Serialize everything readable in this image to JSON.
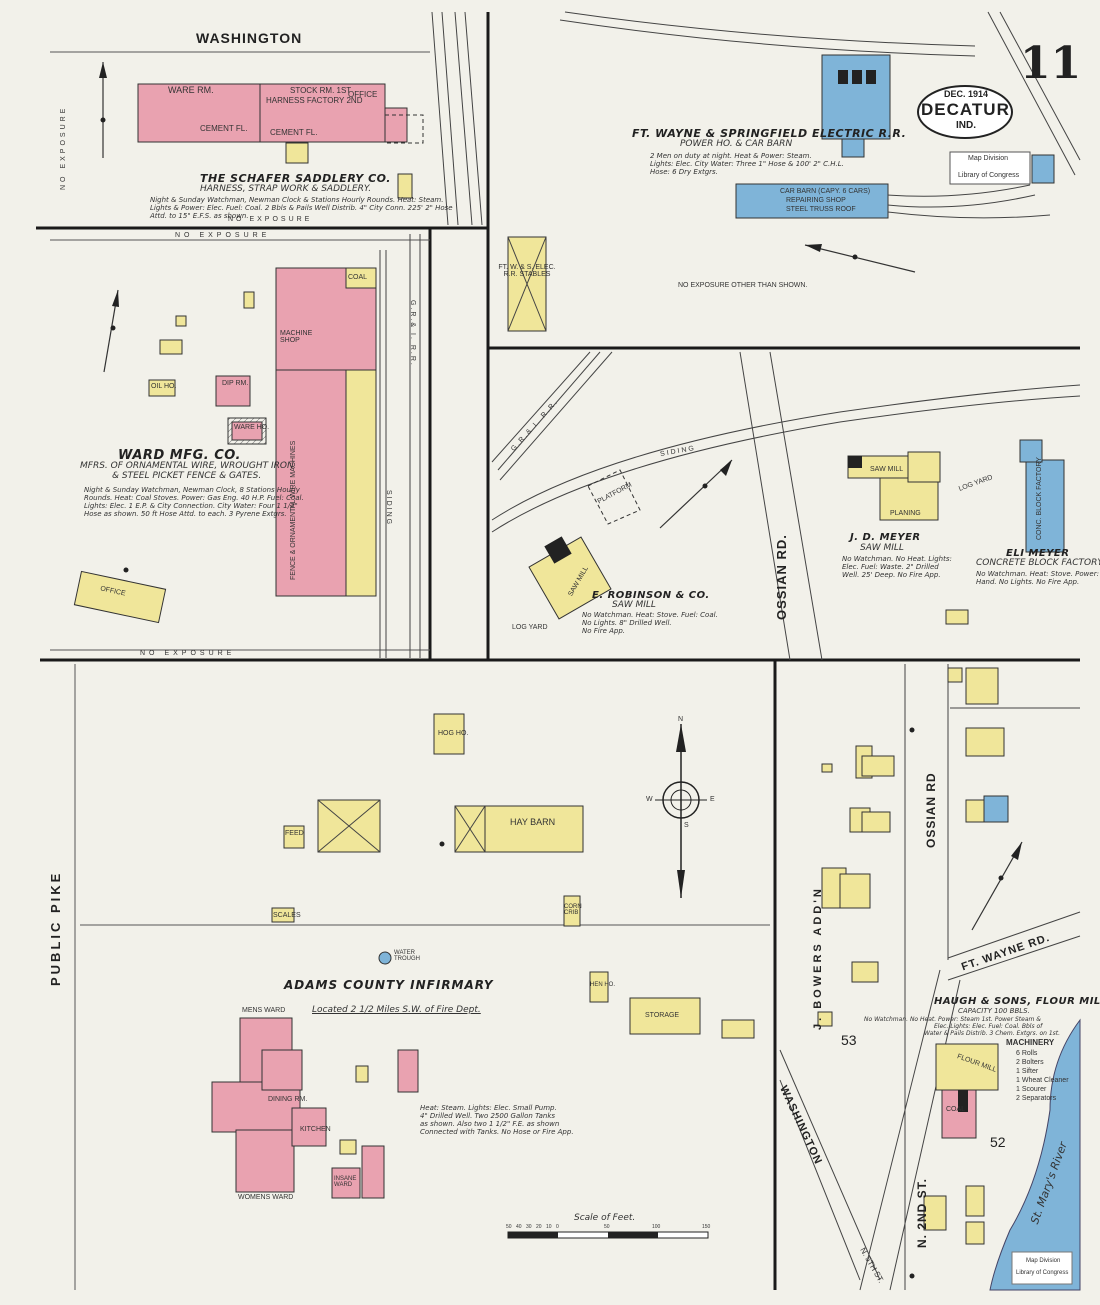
{
  "sheet": {
    "number": "11",
    "city": "DECATUR",
    "state": "IND.",
    "date": "DEC. 1914",
    "stamp_lines": [
      "Map Division",
      "Library of Congress"
    ],
    "bottom_stamp": [
      "Map Division",
      "Library of Congress"
    ]
  },
  "streets": {
    "washington_top": "WASHINGTON",
    "public_pike": "PUBLIC PIKE",
    "ossian_rd": "OSSIAN RD.",
    "ossian_rd_lower": "OSSIAN RD",
    "n_2nd_st": "N. 2ND ST.",
    "washington_lower": "WASHINGTON",
    "ft_wayne_rd": "FT. WAYNE RD.",
    "bowers_addn": "J. BOWERS ADD'N",
    "n_5th_st": "N. 5TH ST.",
    "st_marys_river": "St. Mary's River"
  },
  "panels": {
    "schafer": {
      "firm": "THE SCHAFER SADDLERY CO.",
      "sub": "HARNESS, STRAP WORK & SADDLERY.",
      "notes": [
        "Night & Sunday Watchman, Newman Clock & Stations Hourly Rounds. Heat: Steam.",
        "Lights & Power: Elec. Fuel: Coal. 2 Bbls & Pails Well Distrib. 4\" City Conn. 225' 2\" Hose",
        "Attd. to 15\" E.F.S. as shown."
      ],
      "labels": {
        "ware_rm": "WARE RM.",
        "stock_rm": "STOCK RM. 1ST",
        "factory": "HARNESS FACTORY 2ND",
        "office": "OFFICE",
        "cement_fl": "CEMENT FL.",
        "cement_fl2": "CEMENT FL.",
        "no_exposure": "NO EXPOSURE"
      }
    },
    "ftwayne": {
      "firm": "FT. WAYNE & SPRINGFIELD ELECTRIC R.R.",
      "sub": "POWER HO. & CAR BARN",
      "notes": [
        "2 Men on duty at night. Heat & Power: Steam.",
        "Lights: Elec. City Water: Three 1\" Hose & 100' 2\" C.H.L.",
        "Hose: 6 Dry Extgrs."
      ],
      "labels": {
        "car_barn": "CAR BARN (CAPY. 6 CARS)",
        "repair": "REPAIRING SHOP",
        "fireproof": "STEEL TRUSS ROOF",
        "no_exposure": "NO EXPOSURE OTHER THAN SHOWN.",
        "stables": "FT. W. & S. ELEC. R.R. STABLES"
      }
    },
    "ward": {
      "firm": "WARD MFG. CO.",
      "sub": [
        "MFRS. OF ORNAMENTAL WIRE, WROUGHT IRON",
        "& STEEL PICKET FENCE & GATES."
      ],
      "notes": [
        "Night & Sunday Watchman, Newman Clock, 8 Stations Hourly",
        "Rounds. Heat: Coal Stoves. Power: Gas Eng. 40 H.P. Fuel: Coal.",
        "Lights: Elec. 1 E.P. & City Connection. City Water: Four 1 1/2\"",
        "Hose as shown. 50 ft Hose Attd. to each. 3 Pyrene Extgrs."
      ],
      "labels": {
        "machine_shop": "MACHINE SHOP",
        "coal": "COAL",
        "fence": "FENCE & ORNAMENTAL WIRE MACHINES",
        "ware_ho": "WARE HO.",
        "office": "OFFICE",
        "oil_ho": "OIL HO.",
        "dip_rm": "DIP RM.",
        "no_exposure_top": "NO EXPOSURE",
        "no_exposure_bottom": "NO EXPOSURE",
        "siding": "SIDING",
        "grr": "G.R.& I. R.R."
      }
    },
    "sawmills": {
      "robinson": {
        "firm": "E. ROBINSON & CO.",
        "sub": "SAW MILL",
        "notes": [
          "No Watchman. Heat: Stove. Fuel: Coal.",
          "No Lights. 8\" Drilled Well.",
          "No Fire App."
        ],
        "labels": {
          "saw_mill": "SAW MILL",
          "log_yard": "LOG YARD",
          "platform": "PLATFORM"
        }
      },
      "meyer_jd": {
        "firm": "J. D. MEYER",
        "sub": "SAW MILL",
        "notes": [
          "No Watchman. No Heat. Lights:",
          "Elec. Fuel: Waste. 2\" Drilled",
          "Well. 25' Deep. No Fire App."
        ],
        "labels": {
          "saw_mill": "SAW MILL",
          "planing": "PLANING",
          "log_yard": "LOG YARD"
        }
      },
      "meyer_eli": {
        "firm": "ELI MEYER",
        "sub": "CONCRETE BLOCK FACTORY",
        "notes": [
          "No Watchman. Heat: Stove. Power:",
          "Hand. No Lights. No Fire App."
        ],
        "labels": {
          "factory": "CONC. BLOCK FACTORY"
        }
      },
      "siding": "SIDING",
      "grr": "G.R.& I. R.R."
    },
    "infirmary": {
      "title": "ADAMS COUNTY INFIRMARY",
      "location": "Located 2 1/2 Miles S.W. of Fire Dept.",
      "notes": [
        "Heat: Steam. Lights: Elec. Small Pump.",
        "4\" Drilled Well. Two 2500 Gallon Tanks",
        "as shown. Also two 1 1/2\" F.E. as shown",
        "Connected with Tanks. No Hose or Fire App."
      ],
      "labels": {
        "mens_ward": "MENS WARD",
        "womens_ward": "WOMENS WARD",
        "hay_barn": "HAY BARN",
        "hog_ho": "HOG HO.",
        "storage": "STORAGE",
        "water_trough": "WATER TROUGH",
        "feed": "FEED",
        "scales": "SCALES",
        "corn_crib": "CORN CRIB",
        "hen_ho": "HEN HO.",
        "dining_rm": "DINING RM.",
        "kitchen": "KITCHEN",
        "insane_ward": "INSANE WARD"
      },
      "scale_label": "Scale of Feet.",
      "scale_ticks": [
        "50",
        "40",
        "30",
        "20",
        "10",
        "0",
        "50",
        "100",
        "150"
      ]
    },
    "flourmill": {
      "firm": "HAUGH & SONS, FLOUR MILL",
      "capacity": "CAPACITY 100 BBLS.",
      "notes": [
        "No Watchman. No Heat. Power: Steam 1st. Power Steam &",
        "Elec. Lights: Elec. Fuel: Coal. Bbls of",
        "Water & Pails Distrib. 3 Chem. Extgrs. on 1st."
      ],
      "machinery_title": "MACHINERY",
      "machinery": [
        "6 Rolls",
        "2 Bolters",
        "1 Sifter",
        "1 Wheat Cleaner",
        "1 Scourer",
        "2 Separators"
      ],
      "labels": {
        "flour_mill": "FLOUR MILL",
        "coal": "COAL"
      },
      "block_53": "53",
      "block_52": "52"
    }
  },
  "compass": {
    "n": "N",
    "s": "S",
    "e": "E",
    "w": "W"
  },
  "colors": {
    "brick": "#e9a2b0",
    "frame": "#f0e69a",
    "stone": "#7fb4d8",
    "line": "#333333",
    "paper": "#f2f1ea"
  }
}
